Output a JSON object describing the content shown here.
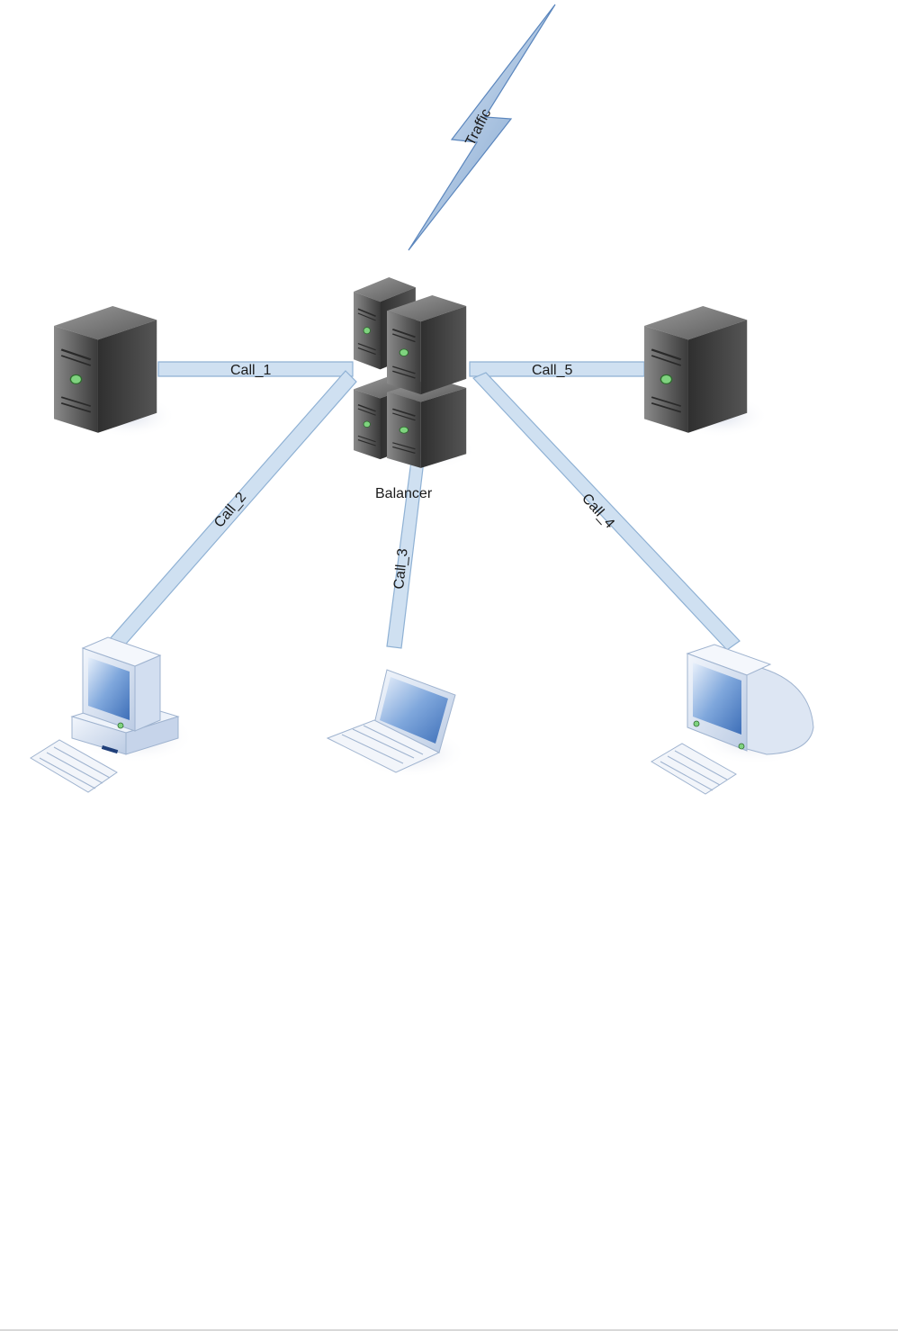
{
  "diagram": {
    "traffic_label": "Traffic",
    "balancer_label": "Balancer",
    "connections": {
      "call_1": "Call_1",
      "call_2": "Call_2",
      "call_3": "Call_3",
      "call_4": "Call_4",
      "call_5": "Call_5"
    }
  },
  "colors": {
    "link_fill": "#cfe0f1",
    "link_stroke": "#8fb1d4",
    "bolt_fill": "#7fa6d1",
    "server_dark": "#3c3c3c",
    "screen_blue": "#5c8fd6"
  }
}
